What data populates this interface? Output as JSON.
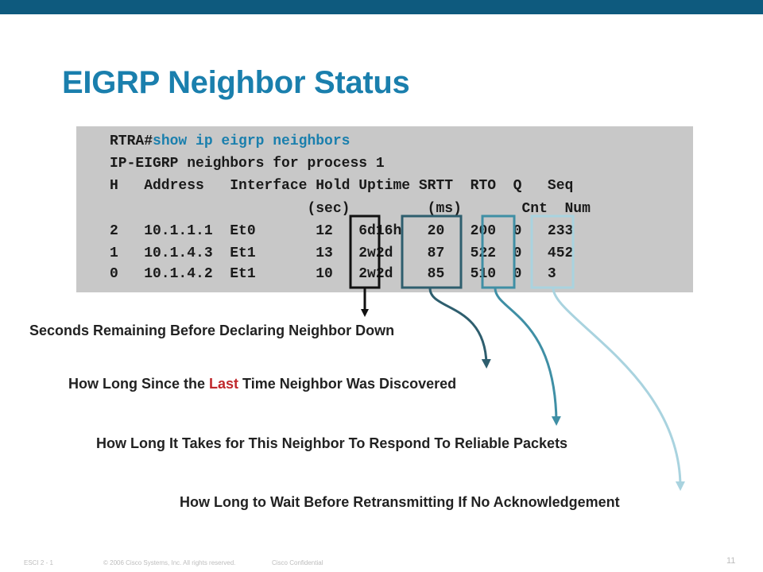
{
  "title": "EIGRP Neighbor Status",
  "terminal": {
    "prompt": "RTRA#",
    "command": "show ip eigrp neighbors",
    "lines": [
      "IP-EIGRP neighbors for process 1",
      "H   Address   Interface Hold Uptime SRTT  RTO  Q   Seq",
      "                       (sec)         (ms)       Cnt  Num",
      "2   10.1.1.1  Et0       12   6d16h   20   200  0   233",
      "1   10.1.4.3  Et1       13   2w2d    87   522  0   452",
      "0   10.1.4.2  Et1       10   2w2d    85   510  0   3"
    ]
  },
  "annotations": {
    "hold": "Seconds Remaining Before Declaring Neighbor Down",
    "uptime_pre": "How Long Since the ",
    "uptime_highlight": "Last",
    "uptime_post": " Time Neighbor Was Discovered",
    "srtt": "How Long It Takes for This Neighbor To Respond To Reliable Packets",
    "rto": "How Long to Wait Before Retransmitting If No Acknowledgement"
  },
  "footer": {
    "course": "ESCI 2 - 1",
    "copyright": "© 2006 Cisco Systems, Inc. All rights reserved.",
    "confidential": "Cisco Confidential",
    "page": "11"
  },
  "colors": {
    "title": "#1a7fad",
    "top_bar": "#0e5a7e",
    "terminal_bg": "#c8c8c8",
    "command": "#1a7fad",
    "highlight": "#c0282c",
    "box_hold": "#111111",
    "box_uptime": "#2e5e6e",
    "box_srtt": "#3f8fa5",
    "box_rto": "#a9d3df"
  }
}
